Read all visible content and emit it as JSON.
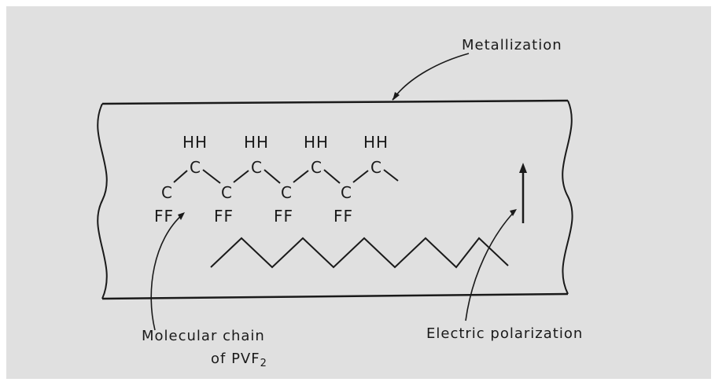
{
  "colors": {
    "background": "#e0e0e0",
    "ink": "#1a1a1a"
  },
  "labels": {
    "metallization": "Metallization",
    "molecular_chain_line1": "Molecular chain",
    "molecular_chain_line2": "of PVF",
    "molecular_chain_subscript": "2",
    "electric_polarization": "Electric polarization"
  },
  "chain_atoms": {
    "hh_groups": [
      "HH",
      "HH",
      "HH",
      "HH"
    ],
    "upper_carbons": [
      "C",
      "C",
      "C",
      "C"
    ],
    "lower_carbons": [
      "C",
      "C",
      "C",
      "C"
    ],
    "ff_groups": [
      "FF",
      "FF",
      "FF",
      "FF"
    ]
  },
  "icons": {
    "polarization_arrow": "up-arrow-icon"
  }
}
